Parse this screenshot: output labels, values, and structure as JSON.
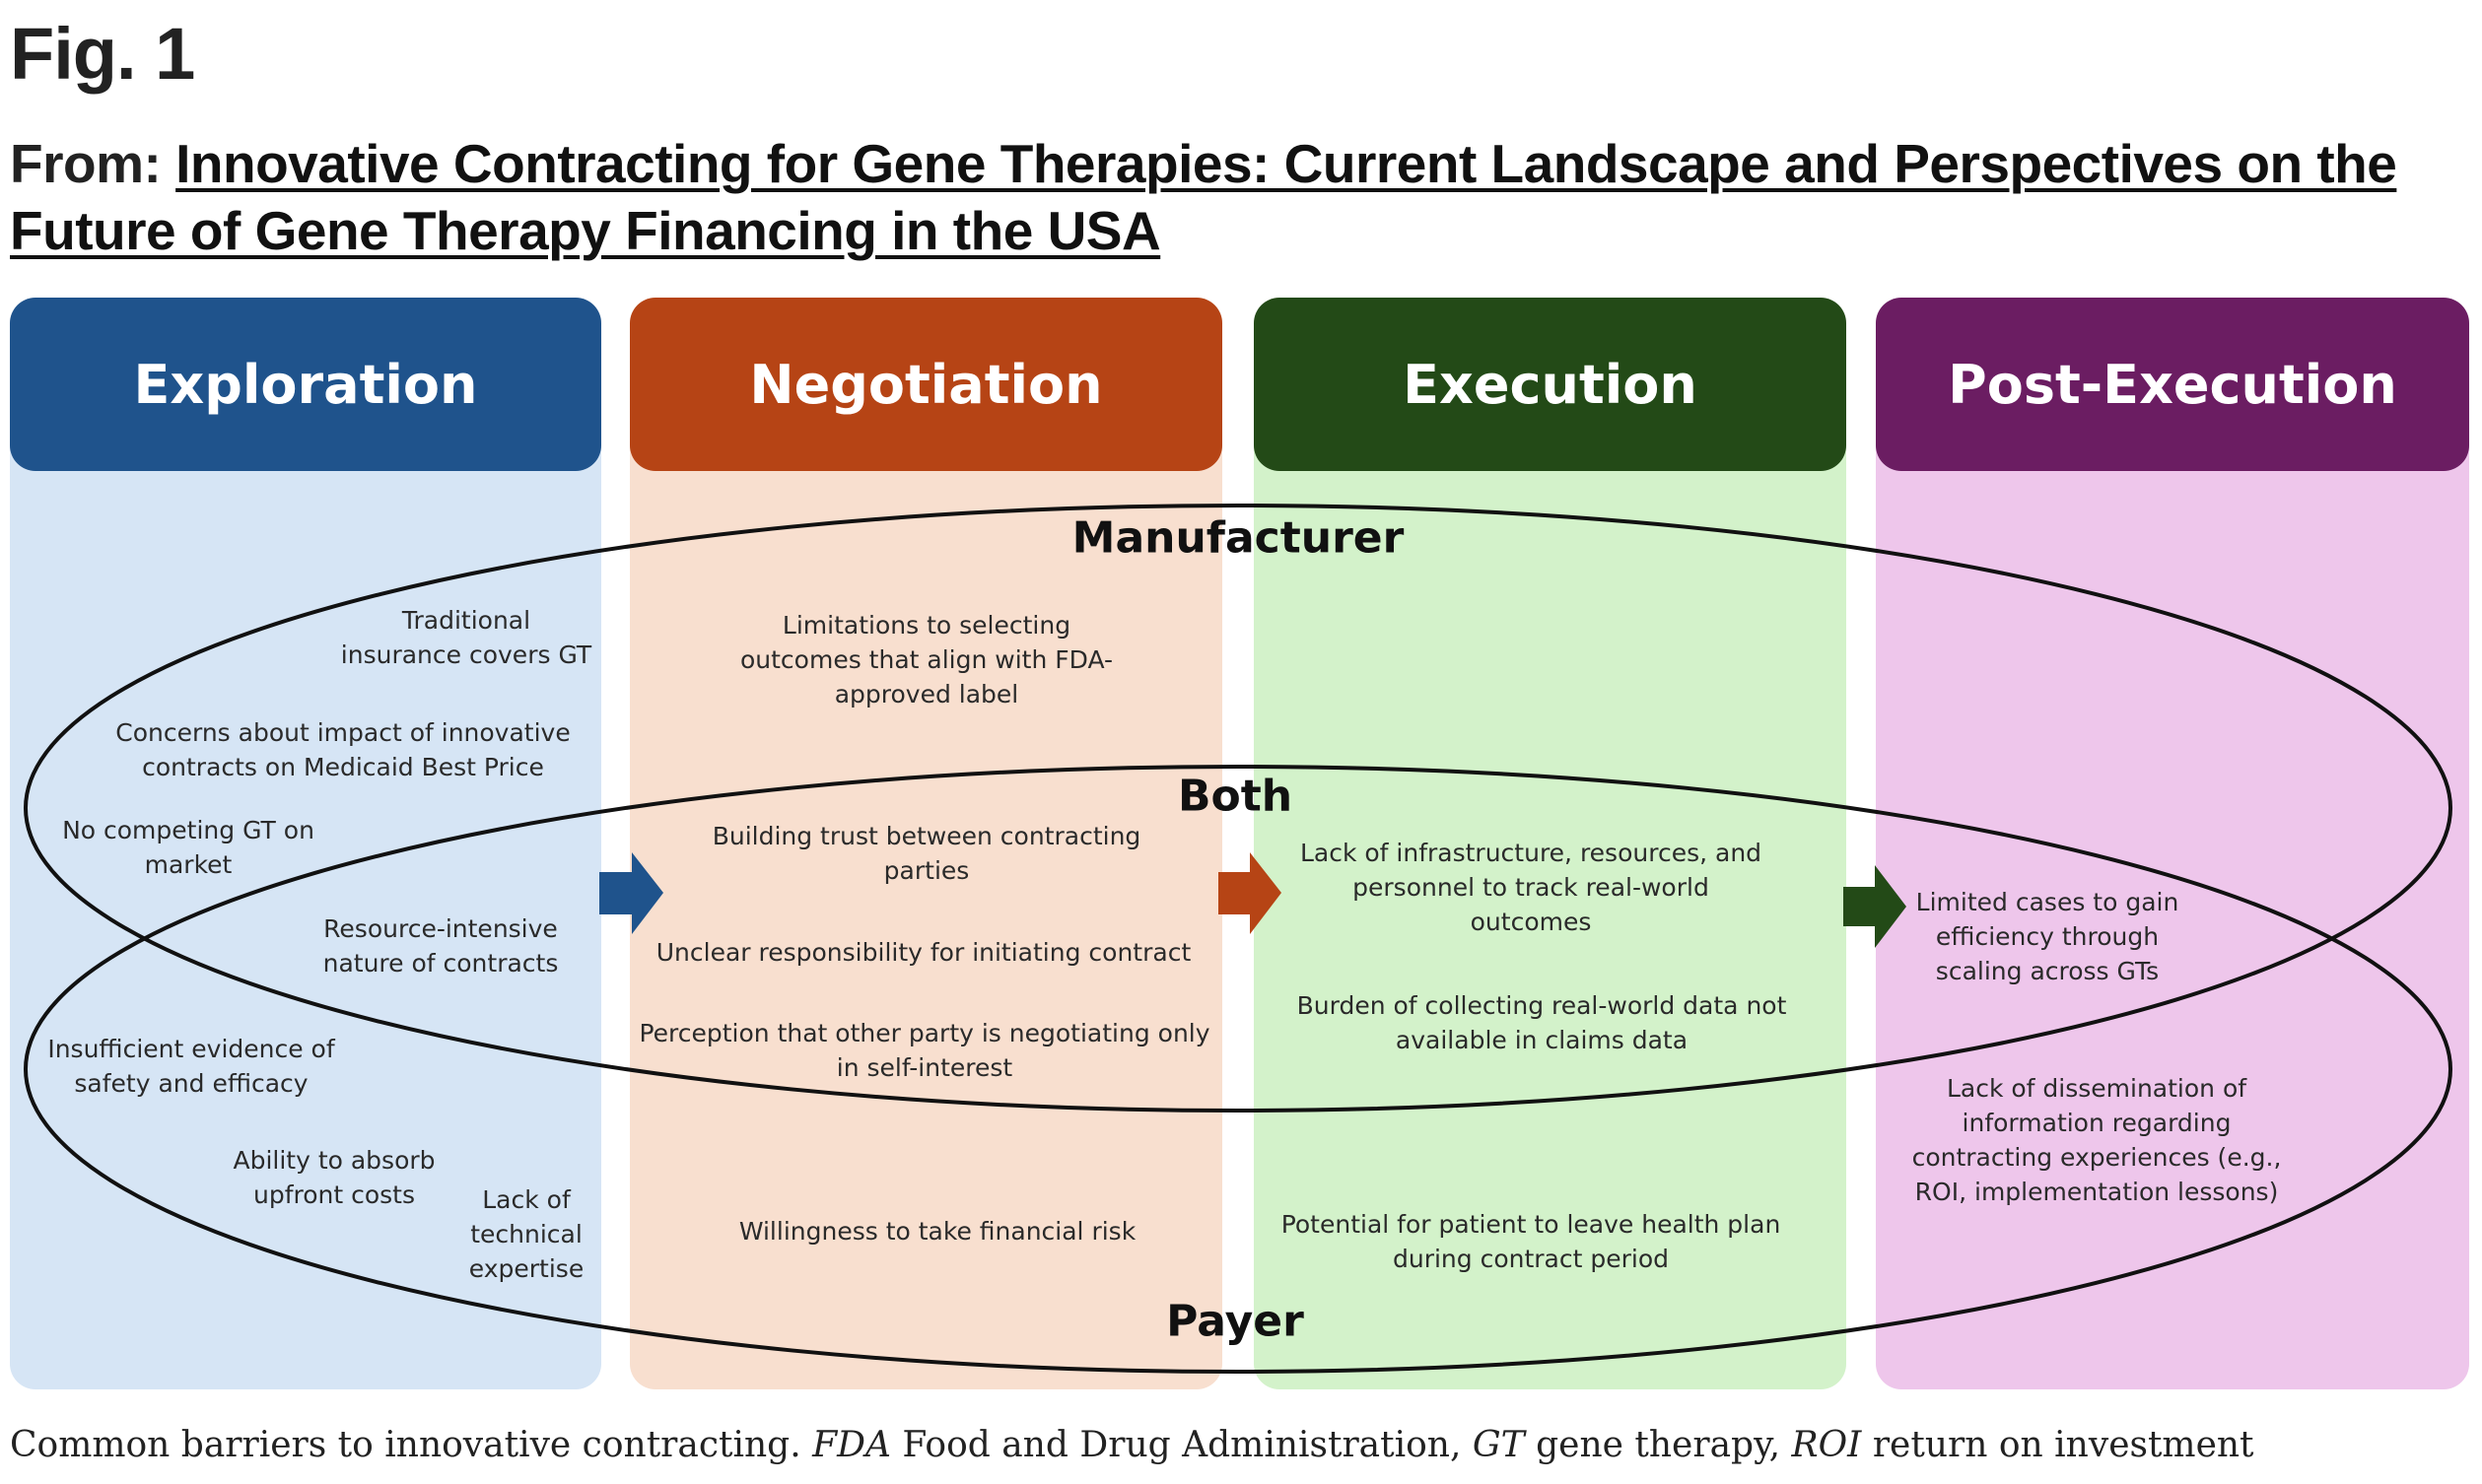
{
  "figure": {
    "label": "Fig. 1",
    "from_prefix": "From:",
    "article_title": "Innovative Contracting for Gene Therapies: Current Landscape and Perspectives on the Future of Gene Therapy Financing in the USA"
  },
  "phases": [
    {
      "name": "Exploration",
      "header_color": "#1f538c",
      "body_color": "#d6e5f5"
    },
    {
      "name": "Negotiation",
      "header_color": "#b64415",
      "body_color": "#f8dfcf"
    },
    {
      "name": "Execution",
      "header_color": "#234a17",
      "body_color": "#d3f2ca"
    },
    {
      "name": "Post-Execution",
      "header_color": "#6b1d62",
      "body_color": "#eec6eb"
    }
  ],
  "groups": {
    "manufacturer": "Manufacturer",
    "both": "Both",
    "payer": "Payer"
  },
  "barriers": {
    "exploration": {
      "manufacturer": [
        "Traditional\ninsurance covers GT",
        "Concerns about impact of innovative\ncontracts on Medicaid Best Price",
        "No competing GT on\nmarket"
      ],
      "both": [
        "Resource-intensive\nnature of contracts"
      ],
      "payer": [
        "Insufficient evidence of\nsafety and efficacy",
        "Ability to absorb\nupfront costs",
        "Lack of\ntechnical\nexpertise"
      ]
    },
    "negotiation": {
      "manufacturer": [
        "Limitations to selecting\noutcomes that align with FDA-\napproved label"
      ],
      "both": [
        "Building trust between contracting\nparties",
        "Unclear responsibility for initiating contract",
        "Perception that other party is negotiating only\nin self-interest"
      ],
      "payer": [
        "Willingness to take financial risk"
      ]
    },
    "execution": {
      "both": [
        "Lack of infrastructure, resources, and\npersonnel to track real-world\noutcomes",
        "Burden of collecting real-world data not\navailable in claims data"
      ],
      "payer": [
        "Potential for patient to leave health plan\nduring contract period"
      ]
    },
    "post_execution": {
      "both": [
        "Limited cases to gain\nefficiency through\nscaling across GTs"
      ],
      "payer": [
        "Lack of dissemination of\ninformation regarding\ncontracting experiences (e.g.,\nROI, implementation lessons)"
      ]
    }
  },
  "arrows": [
    {
      "icon": "right-arrow-icon",
      "color": "#1f538c"
    },
    {
      "icon": "right-arrow-icon",
      "color": "#b64415"
    },
    {
      "icon": "right-arrow-icon",
      "color": "#234a17"
    }
  ],
  "caption": {
    "text": "Common barriers to innovative contracting.",
    "abbreviations": [
      {
        "abbr": "FDA",
        "meaning": "Food and Drug Administration,"
      },
      {
        "abbr": "GT",
        "meaning": "gene therapy,"
      },
      {
        "abbr": "ROI",
        "meaning": "return on investment"
      }
    ]
  }
}
